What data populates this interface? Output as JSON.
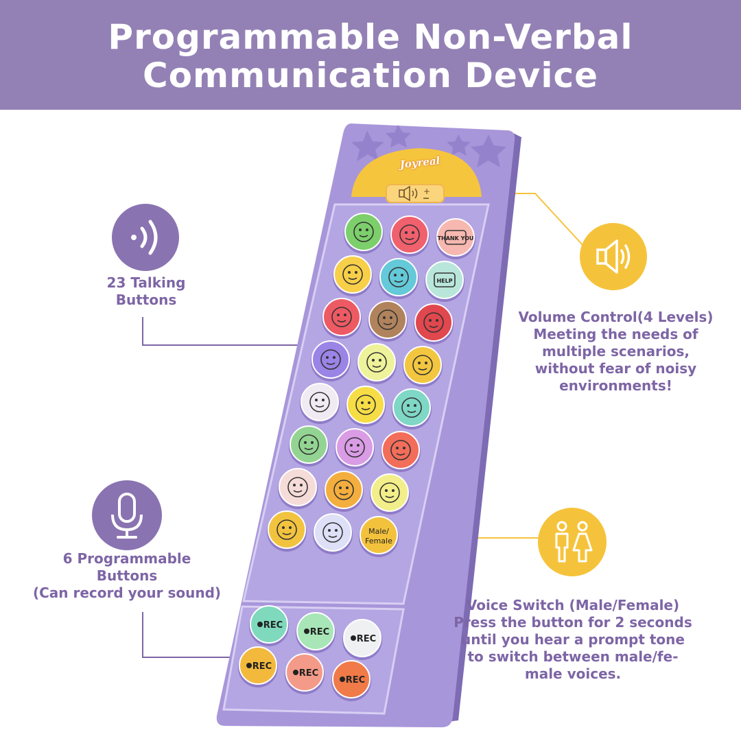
{
  "banner": {
    "title_line1": "Programmable Non-Verbal",
    "title_line2": "Communication Device"
  },
  "device": {
    "brand": "Joyreal",
    "male_female_label_line1": "Male/",
    "male_female_label_line2": "Female",
    "rec_label": "REC",
    "talking_buttons": [
      {
        "icon": "check-icon",
        "color": "#7ccf6b"
      },
      {
        "icon": "x-icon",
        "color": "#f0606d"
      },
      {
        "icon": "thank-you-icon",
        "color": "#f6b8b0",
        "text": "THANK YOU"
      },
      {
        "icon": "smile-icon",
        "color": "#f7cf48"
      },
      {
        "icon": "sad-icon",
        "color": "#64c9d8"
      },
      {
        "icon": "help-hand-icon",
        "color": "#b9e6da",
        "text": "HELP"
      },
      {
        "icon": "angry-icon",
        "color": "#ee5a63"
      },
      {
        "icon": "tired-person-icon",
        "color": "#b0835d"
      },
      {
        "icon": "bandage-icon",
        "color": "#e0474e"
      },
      {
        "icon": "sleep-icon",
        "color": "#9a84e6"
      },
      {
        "icon": "water-glass-icon",
        "color": "#eef29a"
      },
      {
        "icon": "plate-icon",
        "color": "#f3c640"
      },
      {
        "icon": "confused-icon",
        "color": "#f0eaf2"
      },
      {
        "icon": "noise-icon",
        "color": "#f6dd46"
      },
      {
        "icon": "bath-icon",
        "color": "#7fd7c6"
      },
      {
        "icon": "toilet-icon",
        "color": "#93d493"
      },
      {
        "icon": "sitting-person-icon",
        "color": "#d99ce5"
      },
      {
        "icon": "worried-icon",
        "color": "#f26d5a"
      },
      {
        "icon": "teddy-bear-icon",
        "color": "#f5dcd8"
      },
      {
        "icon": "music-icon",
        "color": "#f4ae3e"
      },
      {
        "icon": "tv-icon",
        "color": "#f2ee8a"
      },
      {
        "icon": "home-icon",
        "color": "#f2c33f"
      },
      {
        "icon": "location-icon",
        "color": "#dde0f6"
      },
      {
        "icon": "male-female-icon",
        "color": "#f3c23d"
      }
    ],
    "rec_buttons": [
      {
        "color": "#7fd9bd"
      },
      {
        "color": "#a8e6b8"
      },
      {
        "color": "#eef0f2"
      },
      {
        "color": "#f3b93d"
      },
      {
        "color": "#f49a88"
      },
      {
        "color": "#f07a48"
      }
    ]
  },
  "callouts": {
    "talking": {
      "line1": "23 Talking",
      "line2": "Buttons",
      "icon": "sound-icon"
    },
    "programmable": {
      "line1": "6 Programmable",
      "line2": "Buttons",
      "line3": "(Can record your sound)",
      "icon": "microphone-icon"
    },
    "volume": {
      "title": "Volume Control(4 Levels)",
      "line1": "Meeting the needs of",
      "line2": "multiple scenarios,",
      "line3": "without fear of noisy",
      "line4": "environments!",
      "icon": "speaker-icon"
    },
    "voice": {
      "title": "Voice Switch (Male/Female)",
      "line1": "Press the button for 2 seconds",
      "line2": "until you hear a prompt tone",
      "line3": "to switch between male/fe-",
      "line4": "male voices.",
      "icon": "male-female-icon"
    }
  },
  "colors": {
    "banner": "#9381b5",
    "label_text": "#7d65a5",
    "accent_yellow": "#f5c33b",
    "device_body": "#a896da"
  }
}
